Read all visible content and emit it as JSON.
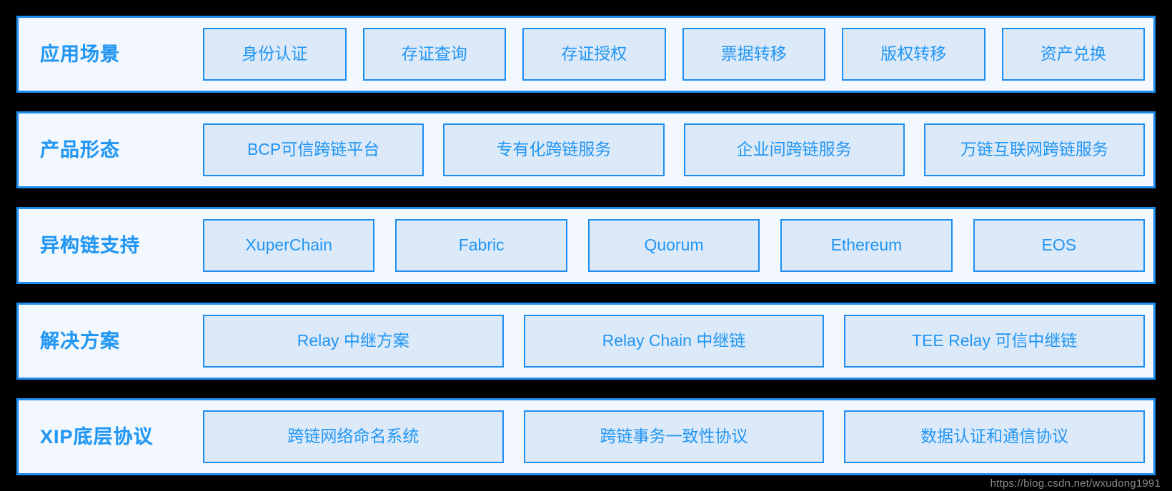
{
  "diagram": {
    "title": "BCP Cross-chain Architecture Layers",
    "colors": {
      "background": "#000000",
      "row_fill": "#f3f8fe",
      "row_border": "#1f8ef1",
      "card_fill": "#dce9f9",
      "card_border": "#1f8ef1",
      "text_blue": "#2196f3",
      "watermark_gray": "#b9b9b9"
    },
    "rows": [
      {
        "id": "application-scenarios",
        "label": "应用场景",
        "cards": [
          "身份认证",
          "存证查询",
          "存证授权",
          "票据转移",
          "版权转移",
          "资产兑换"
        ]
      },
      {
        "id": "product-forms",
        "label": "产品形态",
        "cards": [
          "BCP可信跨链平台",
          "专有化跨链服务",
          "企业间跨链服务",
          "万链互联网跨链服务"
        ]
      },
      {
        "id": "heterogeneous-chain-support",
        "label": "异构链支持",
        "cards": [
          "XuperChain",
          "Fabric",
          "Quorum",
          "Ethereum",
          "EOS"
        ]
      },
      {
        "id": "solutions",
        "label": "解决方案",
        "cards": [
          "Relay  中继方案",
          "Relay Chain  中继链",
          "TEE Relay  可信中继链"
        ]
      },
      {
        "id": "xip-base-protocol",
        "label": "XIP底层协议",
        "cards": [
          "跨链网络命名系统",
          "跨链事务一致性协议",
          "数据认证和通信协议"
        ]
      }
    ]
  },
  "watermark": {
    "text": "https://blog.csdn.net/wxudong1991"
  }
}
